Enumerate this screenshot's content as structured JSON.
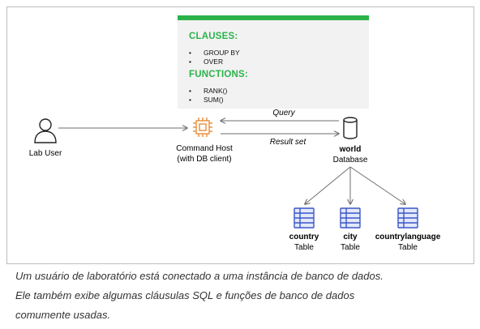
{
  "panel": {
    "clauses_heading": "CLAUSES:",
    "clauses": [
      "GROUP BY",
      "OVER"
    ],
    "functions_heading": "FUNCTIONS:",
    "functions": [
      "RANK()",
      "SUM()"
    ],
    "bullet": "•"
  },
  "nodes": {
    "lab_user": "Lab User",
    "command_host_line1": "Command Host",
    "command_host_line2": "(with DB client)",
    "database_name": "world",
    "database_label": "Database"
  },
  "arrows": {
    "query": "Query",
    "result_set": "Result set"
  },
  "tables": [
    {
      "name": "country",
      "label": "Table"
    },
    {
      "name": "city",
      "label": "Table"
    },
    {
      "name": "countrylanguage",
      "label": "Table"
    }
  ],
  "caption": [
    "Um usuário de laboratório está conectado a uma instância de banco de dados.",
    "Ele também exibe algumas cláusulas SQL e funções de banco de dados",
    "comumente usadas."
  ],
  "colors": {
    "accent_green": "#2bb34a",
    "chip_orange": "#e8862a",
    "table_blue": "#3a56c8",
    "line_gray": "#6e6e6e"
  },
  "icons": [
    "person-icon",
    "chip-icon",
    "database-cylinder-icon",
    "table-icon"
  ]
}
